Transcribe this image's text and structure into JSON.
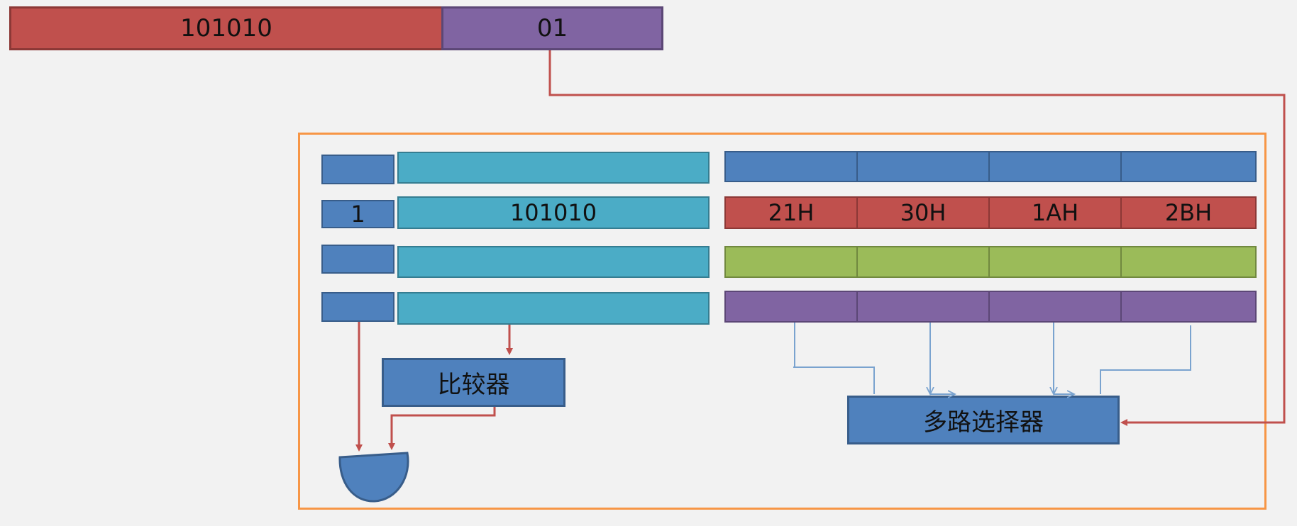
{
  "address": {
    "tag": "101010",
    "offset": "01"
  },
  "cache": {
    "lines": [
      {
        "valid": "",
        "tag": "",
        "bytes": [
          "",
          "",
          "",
          ""
        ],
        "color": "#4f81bd"
      },
      {
        "valid": "1",
        "tag": "101010",
        "bytes": [
          "21H",
          "30H",
          "1AH",
          "2BH"
        ],
        "color": "#c0504d"
      },
      {
        "valid": "",
        "tag": "",
        "bytes": [
          "",
          "",
          "",
          ""
        ],
        "color": "#9bbb59"
      },
      {
        "valid": "",
        "tag": "",
        "bytes": [
          "",
          "",
          "",
          ""
        ],
        "color": "#8064a2"
      }
    ]
  },
  "units": {
    "comparator": "比较器",
    "multiplexer": "多路选择器"
  },
  "colors": {
    "background": "#f2f2f2",
    "frame": "#f79646",
    "wire_red": "#c0504d",
    "wire_blue": "#7aa3cf",
    "gate": "#4f81bd"
  }
}
